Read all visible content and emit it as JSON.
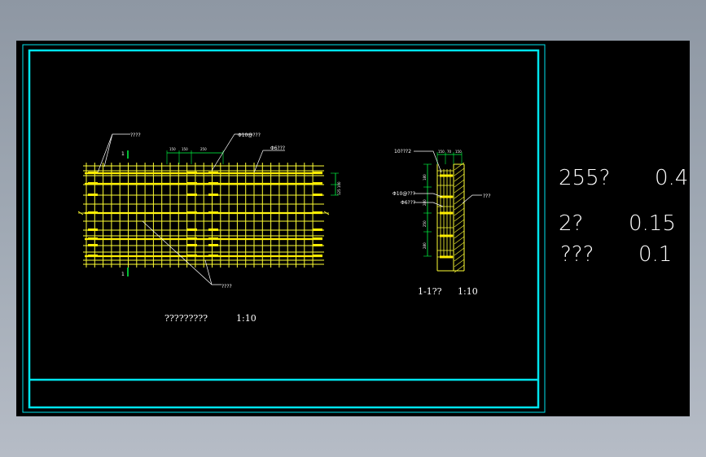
{
  "colors": {
    "background": "#000000",
    "frame": "#00e5ee",
    "rebar": "#ffff33",
    "main_bar": "#ffee00",
    "dimension": "#00ff44",
    "text": "#ffffff",
    "desktop": "#9aa3ae"
  },
  "plan": {
    "title": "?????????",
    "scale": "1:10",
    "callouts": [
      "????",
      "Φ10@???",
      "Φ6???",
      "????"
    ],
    "dims_top": [
      "150",
      "150",
      "250"
    ],
    "dim_side": "125 100",
    "section_mark": "1"
  },
  "section": {
    "title": "1-1??",
    "scale": "1:10",
    "callouts": [
      "10???2",
      "Φ10@???",
      "Φ6???",
      "???"
    ],
    "dims_top": [
      "150",
      "70",
      "150"
    ],
    "dims_side": [
      "180",
      "280",
      "250",
      "280"
    ]
  },
  "legend": [
    {
      "label": "255?",
      "value": "0.4"
    },
    {
      "label": "2?",
      "value": "0.15"
    },
    {
      "label": "???",
      "value": "0.1"
    }
  ]
}
